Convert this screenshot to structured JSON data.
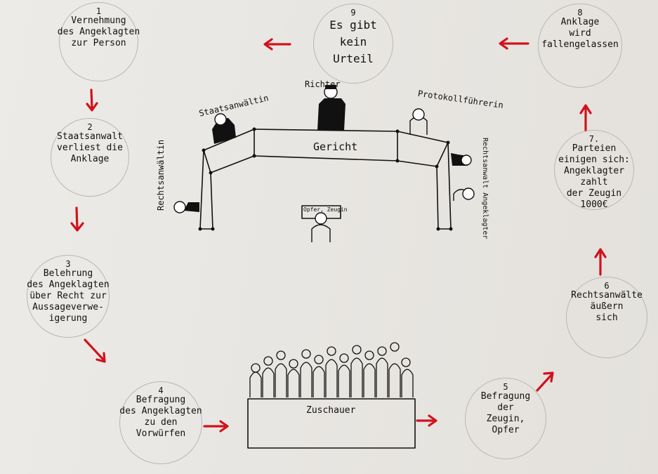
{
  "steps": [
    {
      "number": "1",
      "lines": [
        "Vernehmung",
        "des Angeklagten",
        "zur Person"
      ]
    },
    {
      "number": "2",
      "lines": [
        "Staatsanwalt",
        "verliest die",
        "Anklage"
      ]
    },
    {
      "number": "3",
      "lines": [
        "Belehrung",
        "des Angeklagten",
        "über Recht zur",
        "Aussageverwe-",
        "igerung"
      ]
    },
    {
      "number": "4",
      "lines": [
        "Befragung",
        "des Angeklagten",
        "zu den",
        "Vorwürfen"
      ]
    },
    {
      "number": "5",
      "lines": [
        "Befragung",
        "der",
        "Zeugin,",
        "Opfer"
      ]
    },
    {
      "number": "6",
      "lines": [
        "Rechtsanwälte",
        "äußern",
        "sich"
      ]
    },
    {
      "number": "7.",
      "lines": [
        "Parteien",
        "einigen sich:",
        "Angeklagter",
        "zahlt",
        "der Zeugin",
        "1000€"
      ]
    },
    {
      "number": "8",
      "lines": [
        "Anklage",
        "wird",
        "fallengelassen"
      ]
    },
    {
      "number": "9",
      "lines": [
        "Es gibt",
        "kein",
        "Urteil"
      ]
    }
  ],
  "courtroom": {
    "gericht": "Gericht",
    "richter": "Richter",
    "staatsanwaeltin": "Staatsanwältin",
    "protokollfuehrerin": "Protokollführerin",
    "rechtsanwaeltin": "Rechtsanwältin",
    "rechtsanwalt_angeklagter": "Rechtsanwalt Angeklagter",
    "opfer_zeugin": "Opfer, Zeugin",
    "zuschauer": "Zuschauer"
  },
  "colors": {
    "arrow": "#d1121b",
    "ink": "#111111",
    "circle": "#b9b7b3",
    "paper": "#e9e7e3"
  }
}
